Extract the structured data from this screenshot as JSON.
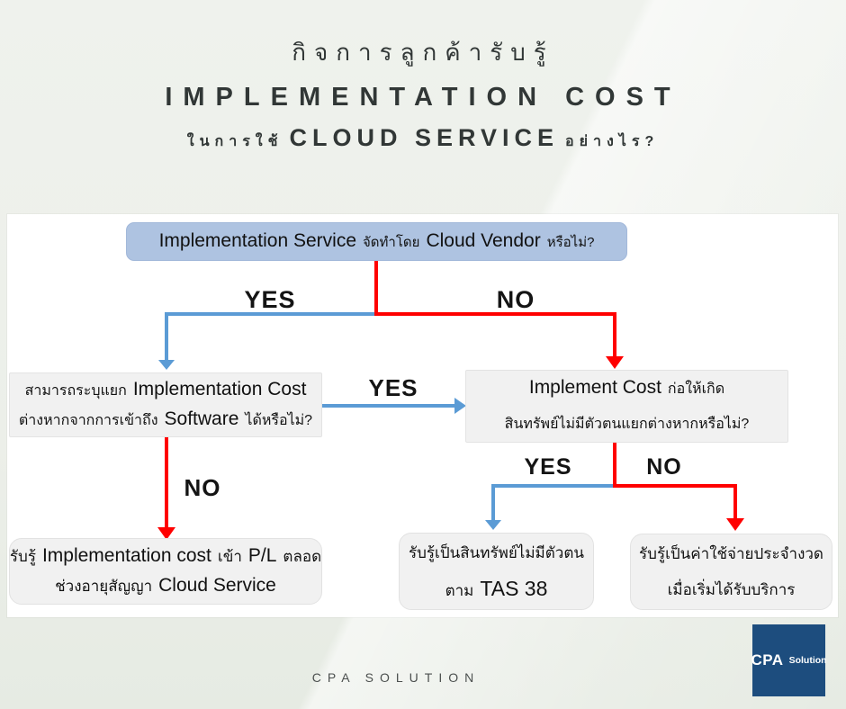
{
  "title": {
    "line1": "กิจการลูกค้ารับรู้",
    "line2": "IMPLEMENTATION COST",
    "line3_th1": "ในการใช้",
    "line3_en": "CLOUD SERVICE",
    "line3_th2": "อย่างไร?"
  },
  "flow": {
    "root": {
      "en1": "Implementation Service",
      "th1": "จัดทำโดย",
      "en2": "Cloud Vendor",
      "th2": "หรือไม่?"
    },
    "labels": {
      "root_yes": "YES",
      "root_no": "NO",
      "separable_yes": "YES",
      "separable_no": "NO",
      "intangible_yes": "YES",
      "intangible_no": "NO"
    },
    "decision_separable": {
      "th1": "สามารถระบุแยก",
      "en1": "Implementation Cost",
      "th2": "ต่างหากจากการเข้าถึง",
      "en2": "Software",
      "th3": "ได้หรือไม่?"
    },
    "decision_intangible": {
      "en1": "Implement Cost",
      "th1": "ก่อให้เกิด",
      "th2": "สินทรัพย์ไม่มีตัวตนแยกต่างหากหรือไม่?"
    },
    "outcome_pl": {
      "th1": "รับรู้",
      "en1": "Implementation cost",
      "th2": "เข้า",
      "en2": "P/L",
      "th3": "ตลอด",
      "th4": "ช่วงอายุสัญญา",
      "en3": "Cloud Service"
    },
    "outcome_tas38": {
      "th1": "รับรู้เป็นสินทรัพย์ไม่มีตัวตน",
      "th2": "ตาม",
      "en1": "TAS 38"
    },
    "outcome_expense": {
      "th1": "รับรู้เป็นค่าใช้จ่ายประจำงวด",
      "th2": "เมื่อเริ่มได้รับบริการ"
    }
  },
  "footer": {
    "brand": "CPA SOLUTION",
    "logo_cpa": "CPA",
    "logo_solution": "Solution"
  },
  "colors": {
    "root_box_bg": "#aec3e1",
    "gray_box_bg": "#f1f1f1",
    "yes_arrow_blue": "#5b9bd5",
    "no_arrow_red": "#ff0000",
    "logo_navy": "#1d4d7e",
    "page_bg": "#edf0eb",
    "panel_bg": "#ffffff"
  }
}
